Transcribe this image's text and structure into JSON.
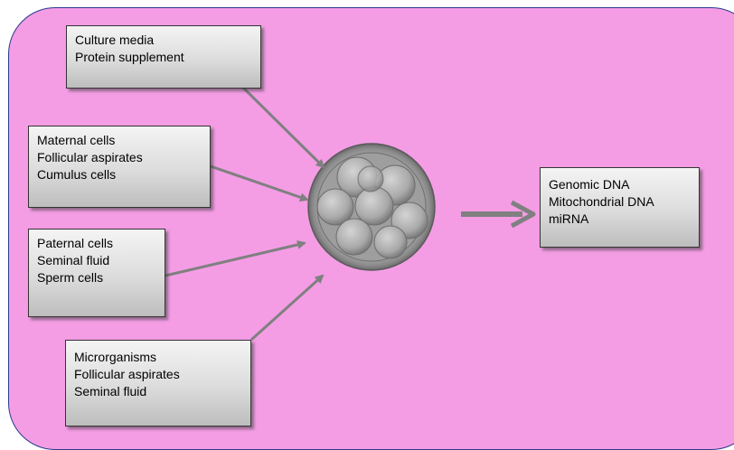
{
  "colors": {
    "panel_fill": "#f49de5",
    "panel_border": "#2b3a8c",
    "arrow": "#808080",
    "box_border": "#333333"
  },
  "sources": [
    {
      "id": "culture",
      "lines": [
        "Culture media",
        "Protein supplement"
      ]
    },
    {
      "id": "maternal",
      "lines": [
        "Maternal cells",
        "Follicular aspirates",
        "Cumulus cells"
      ]
    },
    {
      "id": "paternal",
      "lines": [
        "Paternal cells",
        "Seminal fluid",
        "Sperm cells"
      ]
    },
    {
      "id": "micro",
      "lines": [
        "Microrganisms",
        "Follicular aspirates",
        "Seminal fluid"
      ]
    }
  ],
  "output": {
    "lines": [
      "Genomic DNA",
      "Mitochondrial DNA",
      "miRNA"
    ]
  },
  "center": {
    "label": "embryo-image"
  }
}
